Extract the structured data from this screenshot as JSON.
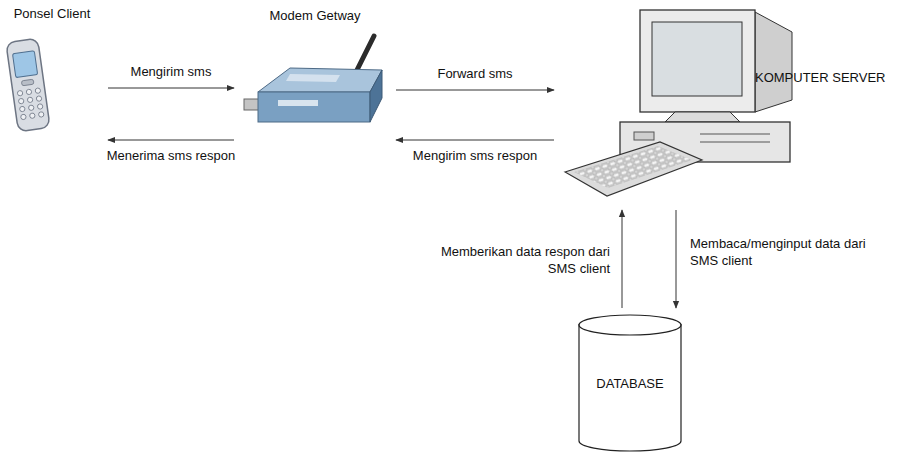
{
  "diagram": {
    "nodes": [
      {
        "text": [
          "Ponsel Client"
        ]
      },
      {
        "text": [
          "Modem Getway"
        ]
      },
      {
        "text": [
          "KOMPUTER SERVER"
        ]
      },
      {
        "text": [
          "DATABASE"
        ]
      }
    ],
    "edges": [
      {
        "from": 0,
        "to": 1,
        "label": "Mengirim sms",
        "arrow": "to"
      },
      {
        "from": 1,
        "to": 0,
        "label": "Menerima sms respon",
        "arrow": "to"
      },
      {
        "from": 1,
        "to": 2,
        "label": "Forward sms",
        "arrow": "to"
      },
      {
        "from": 2,
        "to": 1,
        "label": "Mengirim sms respon",
        "arrow": "to"
      },
      {
        "from": 3,
        "to": 2,
        "label": "Memberikan data respon dari SMS client",
        "arrow": "to"
      },
      {
        "from": 2,
        "to": 3,
        "label": "Membaca/menginput data dari SMS client",
        "arrow": "to"
      }
    ]
  }
}
